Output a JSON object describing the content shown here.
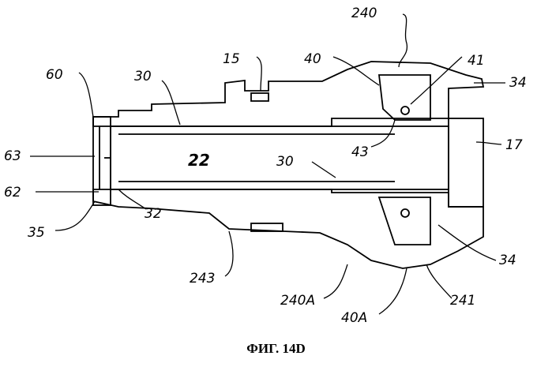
{
  "figure": {
    "caption": "ФИГ. 14D",
    "labels": {
      "ref_240": "240",
      "ref_15": "15",
      "ref_40": "40",
      "ref_41": "41",
      "ref_34_top": "34",
      "ref_17": "17",
      "ref_60": "60",
      "ref_30_top": "30",
      "ref_63": "63",
      "ref_22": "22",
      "ref_30_mid": "30",
      "ref_43": "43",
      "ref_62": "62",
      "ref_35": "35",
      "ref_32": "32",
      "ref_34_bottom": "34",
      "ref_243": "243",
      "ref_240A": "240A",
      "ref_241": "241",
      "ref_40A": "40A"
    }
  }
}
